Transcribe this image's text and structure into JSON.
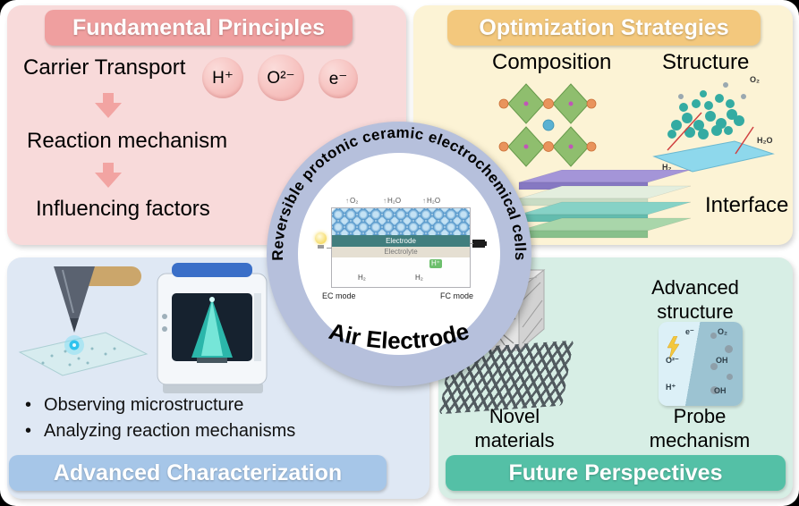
{
  "icons": {
    "bullet": "•",
    "up_arrow": "↑"
  },
  "panels": {
    "fundamental": {
      "title": "Fundamental Principles",
      "carrier_transport": "Carrier Transport",
      "ions": [
        "H⁺",
        "O²⁻",
        "e⁻"
      ],
      "reaction_mechanism": "Reaction mechanism",
      "influencing_factors": "Influencing factors"
    },
    "optimization": {
      "title": "Optimization Strategies",
      "composition": "Composition",
      "structure": "Structure",
      "interface": "Interface",
      "structure_labels": {
        "o2": "O₂",
        "h2o": "H₂O",
        "h2": "H₂"
      }
    },
    "characterization": {
      "title": "Advanced Characterization",
      "bullets": [
        "Observing microstructure",
        "Analyzing reaction mechanisms"
      ]
    },
    "future": {
      "title": "Future Perspectives",
      "advanced_structure": "Advanced structure",
      "novel_materials": "Novel materials",
      "probe_mechanism": "Probe mechanism",
      "probe_labels": {
        "e": "e⁻",
        "o2": "O₂",
        "o2_minus": "O²⁻",
        "oh_top": "OH",
        "h_plus": "H⁺",
        "oh_bottom": "OH"
      }
    }
  },
  "center": {
    "ring_text": "Reversible protonic ceramic electrochemical cells",
    "air_electrode": "Air Electrode",
    "schematic": {
      "top_labels": [
        "O₂",
        "H₂O",
        "H₂O"
      ],
      "electrode": "Electrode",
      "electrolyte": "Electrolyte",
      "h_plus": "H⁺",
      "h2_left": "H₂",
      "h2_right": "H₂",
      "ec_mode": "EC mode",
      "fc_mode": "FC mode"
    }
  }
}
